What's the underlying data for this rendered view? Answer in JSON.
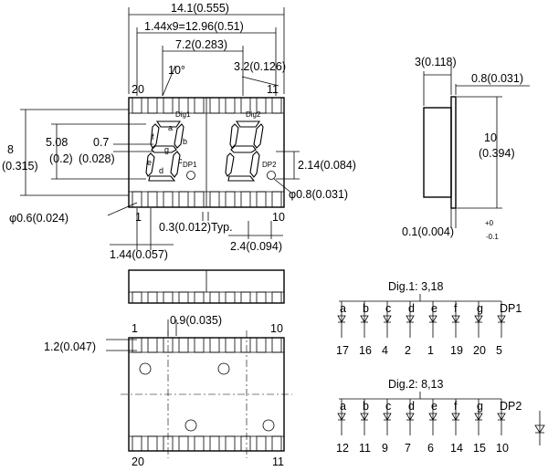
{
  "top_view": {
    "overall_width": "14.1(0.555)",
    "pitch_total": "1.44x9=12.96(0.51)",
    "digit_pitch": "7.2(0.283)",
    "slant_angle": "10°",
    "segment_gap": "3.2(0.126)",
    "height": "8",
    "height_in": "(0.315)",
    "digit_height": "5.08",
    "digit_height_in": "(0.2)",
    "segment_width": "0.7",
    "segment_width_in": "(0.028)",
    "dp_offset": "2.14(0.084)",
    "dp_diameter": "φ0.8(0.031)",
    "pin_diameter": "φ0.6(0.024)",
    "pin_gap": "0.3(0.012)Typ.",
    "pin_pitch": "1.44(0.057)",
    "dp_spacing": "2.4(0.094)",
    "digit1_label": "Dig1",
    "digit2_label": "Dig2",
    "dp1_label": "DP1",
    "dp2_label": "DP2",
    "seg_a": "a",
    "seg_b": "b",
    "seg_c": "c",
    "seg_d": "d",
    "seg_e": "e",
    "seg_f": "f",
    "seg_g": "g",
    "pin_20": "20",
    "pin_11": "11",
    "pin_1": "1",
    "pin_10": "10"
  },
  "side_view": {
    "thickness": "3(0.118)",
    "lead_length": "0.8(0.031)",
    "height": "10",
    "height_in": "(0.394)",
    "tolerance_base": "0.1(0.004)",
    "tolerance_plus": "+0",
    "tolerance_minus": "-0.1"
  },
  "bottom_view": {
    "pin_1": "1",
    "pin_10": "10",
    "pin_20": "20",
    "pin_11": "11",
    "pad_pitch": "0.9(0.035)",
    "pad_height": "1.2(0.047)"
  },
  "circuit": {
    "dig1_title": "Dig.1: 3,18",
    "dig1_segments": [
      "a",
      "b",
      "c",
      "d",
      "e",
      "f",
      "g",
      "DP1"
    ],
    "dig1_pins": [
      "17",
      "16",
      "4",
      "2",
      "1",
      "19",
      "20",
      "5"
    ],
    "dig2_title": "Dig.2: 8,13",
    "dig2_segments": [
      "a",
      "b",
      "c",
      "d",
      "e",
      "f",
      "g",
      "DP2"
    ],
    "dig2_pins": [
      "12",
      "11",
      "9",
      "7",
      "6",
      "14",
      "15",
      "10"
    ]
  }
}
